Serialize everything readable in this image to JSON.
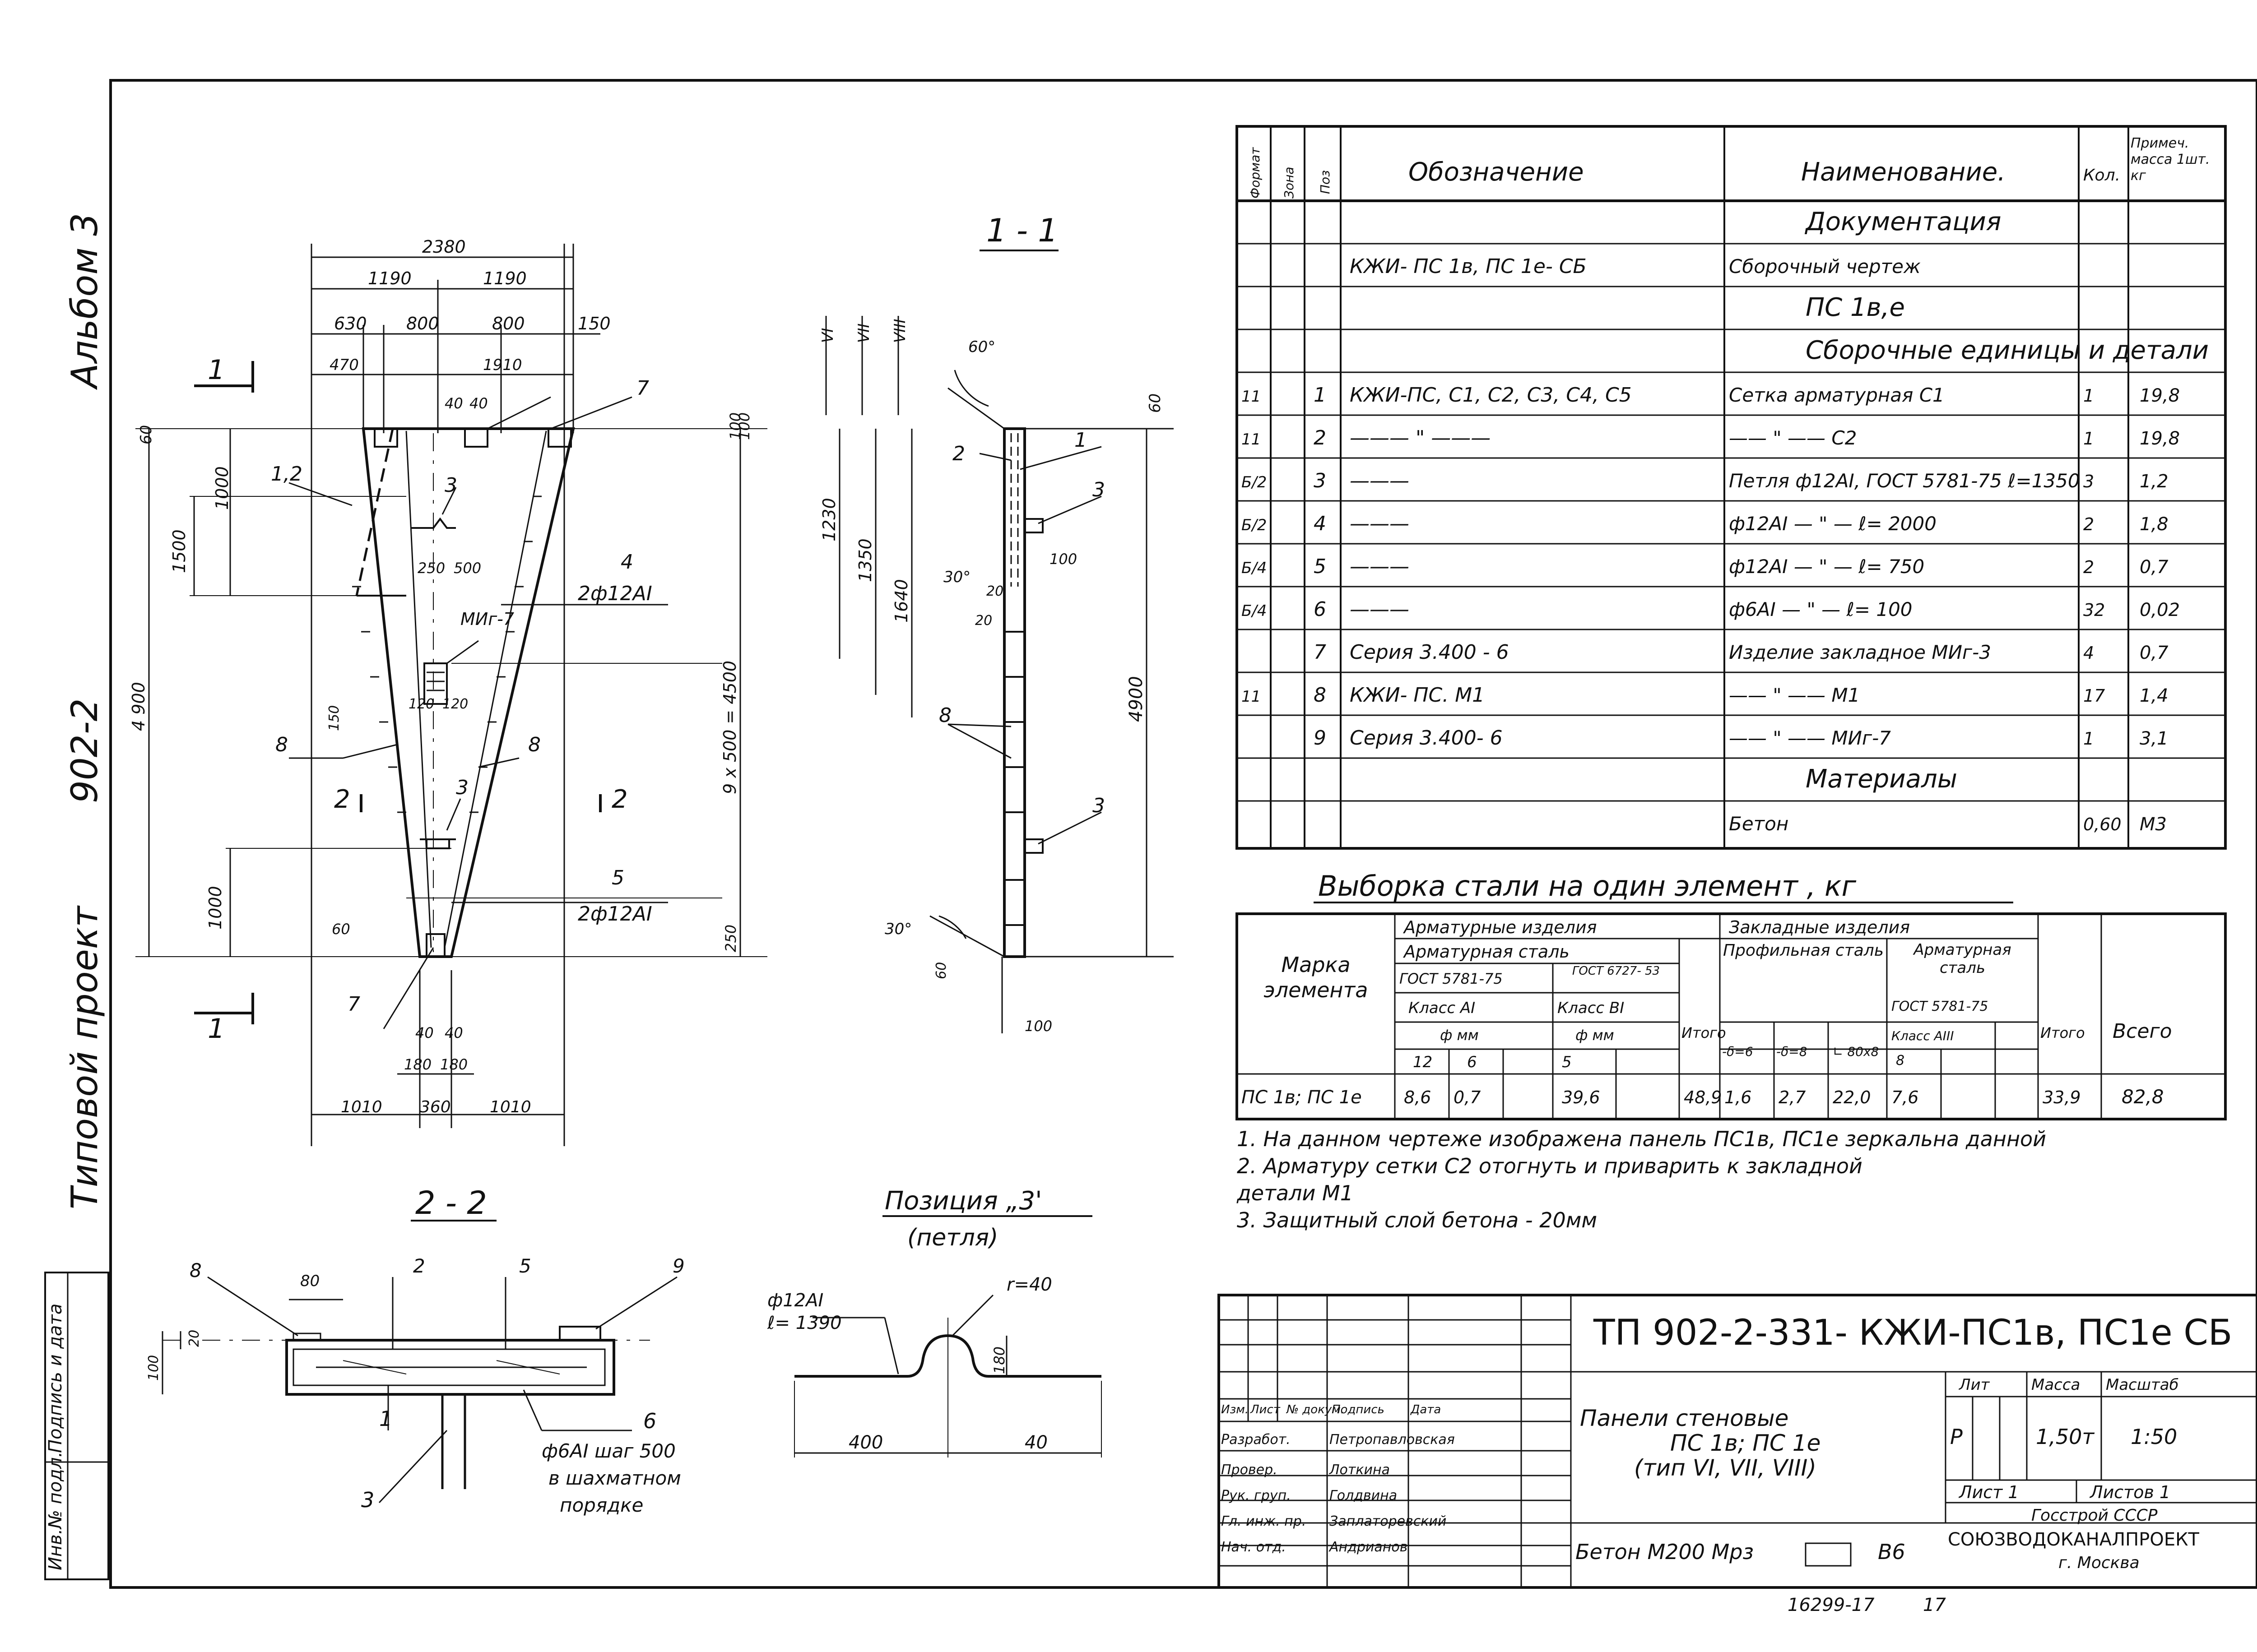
{
  "album_side": {
    "album": "Альбом  3",
    "series": "902-2",
    "project_type": "Типовой   проект"
  },
  "side_stamp": {
    "inv": "Инв.№ подл.",
    "signature": "Подпись и дата"
  },
  "views": {
    "section_1_1": "1 - 1",
    "section_2_2": "2 - 2",
    "position_3": "Позиция „3'",
    "position_3_sub": "(петля)"
  },
  "plan_dims": {
    "top_total": "2380",
    "top_half_l": "1190",
    "top_half_r": "1190",
    "top_parts": [
      "630",
      "800",
      "800",
      "150"
    ],
    "top_a": "470",
    "top_b": "1910",
    "left_60": "60",
    "left_1500": "1500",
    "left_1000": "1000",
    "left_4900": "4 900",
    "left_1000b": "1000",
    "left_60b": "60",
    "mid_40a": "40",
    "mid_40b": "40",
    "mid_250": "250",
    "mid_500": "500",
    "mid_120a": "120",
    "mid_120b": "120",
    "mid_150": "150",
    "right_100": "100",
    "right_9x500": "9 x 500 = 4500",
    "right_250": "250",
    "bot_40a": "40",
    "bot_40b": "40",
    "bot_180a": "180",
    "bot_180b": "180",
    "bot_1010a": "1010",
    "bot_360": "360",
    "bot_1010b": "1010"
  },
  "plan_labels": {
    "cut_1_top": "1",
    "cut_1_bot": "1",
    "cut_2_l": "2",
    "cut_2_r": "2",
    "p12": "1,2",
    "p3a": "3",
    "p3b": "3",
    "p4": "4",
    "p4_bar": "2ф12АI",
    "p5": "5",
    "p5_bar": "2ф12АI",
    "p7a": "7",
    "p7b": "7",
    "p8a": "8",
    "p8b": "8",
    "mig": "МИг-7"
  },
  "section_dims": {
    "v1230": "1230",
    "v1350": "1350",
    "v1640": "1640",
    "v4900": "4900",
    "v60": "60",
    "v100a": "100",
    "v100b": "100",
    "v100c": "100",
    "v20a": "20",
    "v20b": "20",
    "v60b": "60",
    "ang60": "60°",
    "ang30a": "30°",
    "ang30b": "30°",
    "types": [
      "VI",
      "VII",
      "VIII"
    ],
    "l1": "1",
    "l2": "2",
    "l3a": "3",
    "l3b": "3",
    "l8": "8"
  },
  "section22": {
    "l8": "8",
    "l80": "80",
    "l2": "2",
    "l5": "5",
    "l9": "9",
    "l20": "20",
    "l100": "100",
    "l1": "1",
    "l6": "6",
    "l3": "3",
    "note1": "ф6АI шаг 500",
    "note2": "в шахматном",
    "note3": "порядке"
  },
  "loop": {
    "bar": "ф12АI",
    "len": "ℓ= 1390",
    "r": "r=40",
    "h": "180",
    "w1": "400",
    "w2": "40"
  },
  "spec_table": {
    "headers": [
      "Формат",
      "Зона",
      "Поз",
      "Обозначение",
      "Наименование.",
      "Кол.",
      "Примеч. масса 1шт. кг"
    ],
    "rows": [
      {
        "fmt": "",
        "pos": "",
        "code": "",
        "name": "Документация",
        "qty": "",
        "mass": ""
      },
      {
        "fmt": "",
        "pos": "",
        "code": "КЖИ- ПС 1в, ПС 1е- СБ",
        "name": "Сборочный чертеж",
        "qty": "",
        "mass": ""
      },
      {
        "fmt": "",
        "pos": "",
        "code": "",
        "name": "ПС 1в,е",
        "qty": "",
        "mass": ""
      },
      {
        "fmt": "",
        "pos": "",
        "code": "",
        "name": "Сборочные единицы и детали",
        "qty": "",
        "mass": ""
      },
      {
        "fmt": "11",
        "pos": "1",
        "code": "КЖИ-ПС, С1, С2, С3, С4, С5",
        "name": "Сетка арматурная   С1",
        "qty": "1",
        "mass": "19,8"
      },
      {
        "fmt": "11",
        "pos": "2",
        "code": "——— \" ———",
        "name": "—— \" ——        С2",
        "qty": "1",
        "mass": "19,8"
      },
      {
        "fmt": "Б/2",
        "pos": "3",
        "code": "———",
        "name": "Петля ф12АI, ГОСТ 5781-75 ℓ=1350",
        "qty": "3",
        "mass": "1,2"
      },
      {
        "fmt": "Б/2",
        "pos": "4",
        "code": "———",
        "name": "ф12АI  — \" —   ℓ= 2000",
        "qty": "2",
        "mass": "1,8"
      },
      {
        "fmt": "Б/4",
        "pos": "5",
        "code": "———",
        "name": "ф12АI  — \" —   ℓ= 750",
        "qty": "2",
        "mass": "0,7"
      },
      {
        "fmt": "Б/4",
        "pos": "6",
        "code": "———",
        "name": "ф6АI   — \" —   ℓ= 100",
        "qty": "32",
        "mass": "0,02"
      },
      {
        "fmt": "",
        "pos": "7",
        "code": "Серия   3.400 - 6",
        "name": "Изделие закладное МИг-3",
        "qty": "4",
        "mass": "0,7"
      },
      {
        "fmt": "11",
        "pos": "8",
        "code": "КЖИ-  ПС. М1",
        "name": "—— \" ——          М1",
        "qty": "17",
        "mass": "1,4"
      },
      {
        "fmt": "",
        "pos": "9",
        "code": "Серия  3.400- 6",
        "name": "—— \" ——       МИг-7",
        "qty": "1",
        "mass": "3,1"
      },
      {
        "fmt": "",
        "pos": "",
        "code": "",
        "name": "Материалы",
        "qty": "",
        "mass": ""
      },
      {
        "fmt": "",
        "pos": "",
        "code": "",
        "name": "Бетон",
        "qty": "0,60",
        "mass": "М3"
      }
    ]
  },
  "steel_table": {
    "title": "Выборка   стали    на    один  элемент , кг",
    "h_mark": "Марка элемента",
    "h_arm": "Арматурные изделия",
    "h_arm_steel": "Арматурная сталь",
    "h_gost1": "ГОСТ 5781-75",
    "h_gost2": "ГОСТ 6727- 53",
    "h_class_a": "Класс  АI",
    "h_class_b": "Класс  ВI",
    "h_dmm1": "ф мм",
    "h_dmm2": "ф мм",
    "h_d12": "12",
    "h_d6": "6",
    "h_d5": "5",
    "h_total1": "Итого",
    "h_emb": "Закладные изделия",
    "h_prof": "Профильная сталь",
    "h_arm2": "Арматурная сталь",
    "h_gost3": "ГОСТ 5781-75",
    "h_class_a3": "Класс АIII",
    "h_d8": "8",
    "h_s6": "-δ=6",
    "h_s8": "-δ=8",
    "h_l80": "∟ 80х8",
    "h_total2": "Итого",
    "h_all": "Всего",
    "row": {
      "mark": "ПС 1в; ПС 1е",
      "d12": "8,6",
      "d6": "0,7",
      "d5": "39,6",
      "t1": "48,9",
      "s6": "1,6",
      "s8": "2,7",
      "l80": "22,0",
      "d8": "7,6",
      "t2": "33,9",
      "all": "82,8"
    }
  },
  "notes": [
    "1. На данном чертеже изображена панель ПС1в, ПС1е зеркальна данной",
    "2. Арматуру сетки  С2 отогнуть и приварить к закладной",
    "    детали  М1",
    "3. Защитный слой бетона - 20мм"
  ],
  "title_block": {
    "doc_code": "ТП 902-2-331- КЖИ-ПС1в, ПС1е СБ",
    "name_1": "Панели    стеновые",
    "name_2": "ПС 1в; ПС 1е",
    "name_3": "(тип VI, VII, VIII)",
    "material": "Бетон М200  Мрз",
    "material_b": "В6",
    "col_heads": [
      "Изм.",
      "Лист",
      "№ докум.",
      "Подпись",
      "Дата"
    ],
    "roles": [
      {
        "role": "Разработ.",
        "name": "Петропавловская"
      },
      {
        "role": "Провер.",
        "name": "Лоткина"
      },
      {
        "role": "Рук. груп.",
        "name": "Голдвина"
      },
      {
        "role": "Гл. инж. пр.",
        "name": "Заплаторевский"
      },
      {
        "role": "Нач. отд.",
        "name": "Андрианов"
      }
    ],
    "lit_head": "Лит",
    "mass_head": "Масса",
    "scale_head": "Масштаб",
    "lit": "Р",
    "mass": "1,50т",
    "scale": "1:50",
    "sheet": "Лист  1",
    "sheets": "Листов  1",
    "org1": "Госстрой СССР",
    "org2": "СОЮЗВОДОКАНАЛПРОЕКТ",
    "org3": "г. Москва",
    "bottom_num": "16299-17",
    "bottom_page": "17"
  }
}
